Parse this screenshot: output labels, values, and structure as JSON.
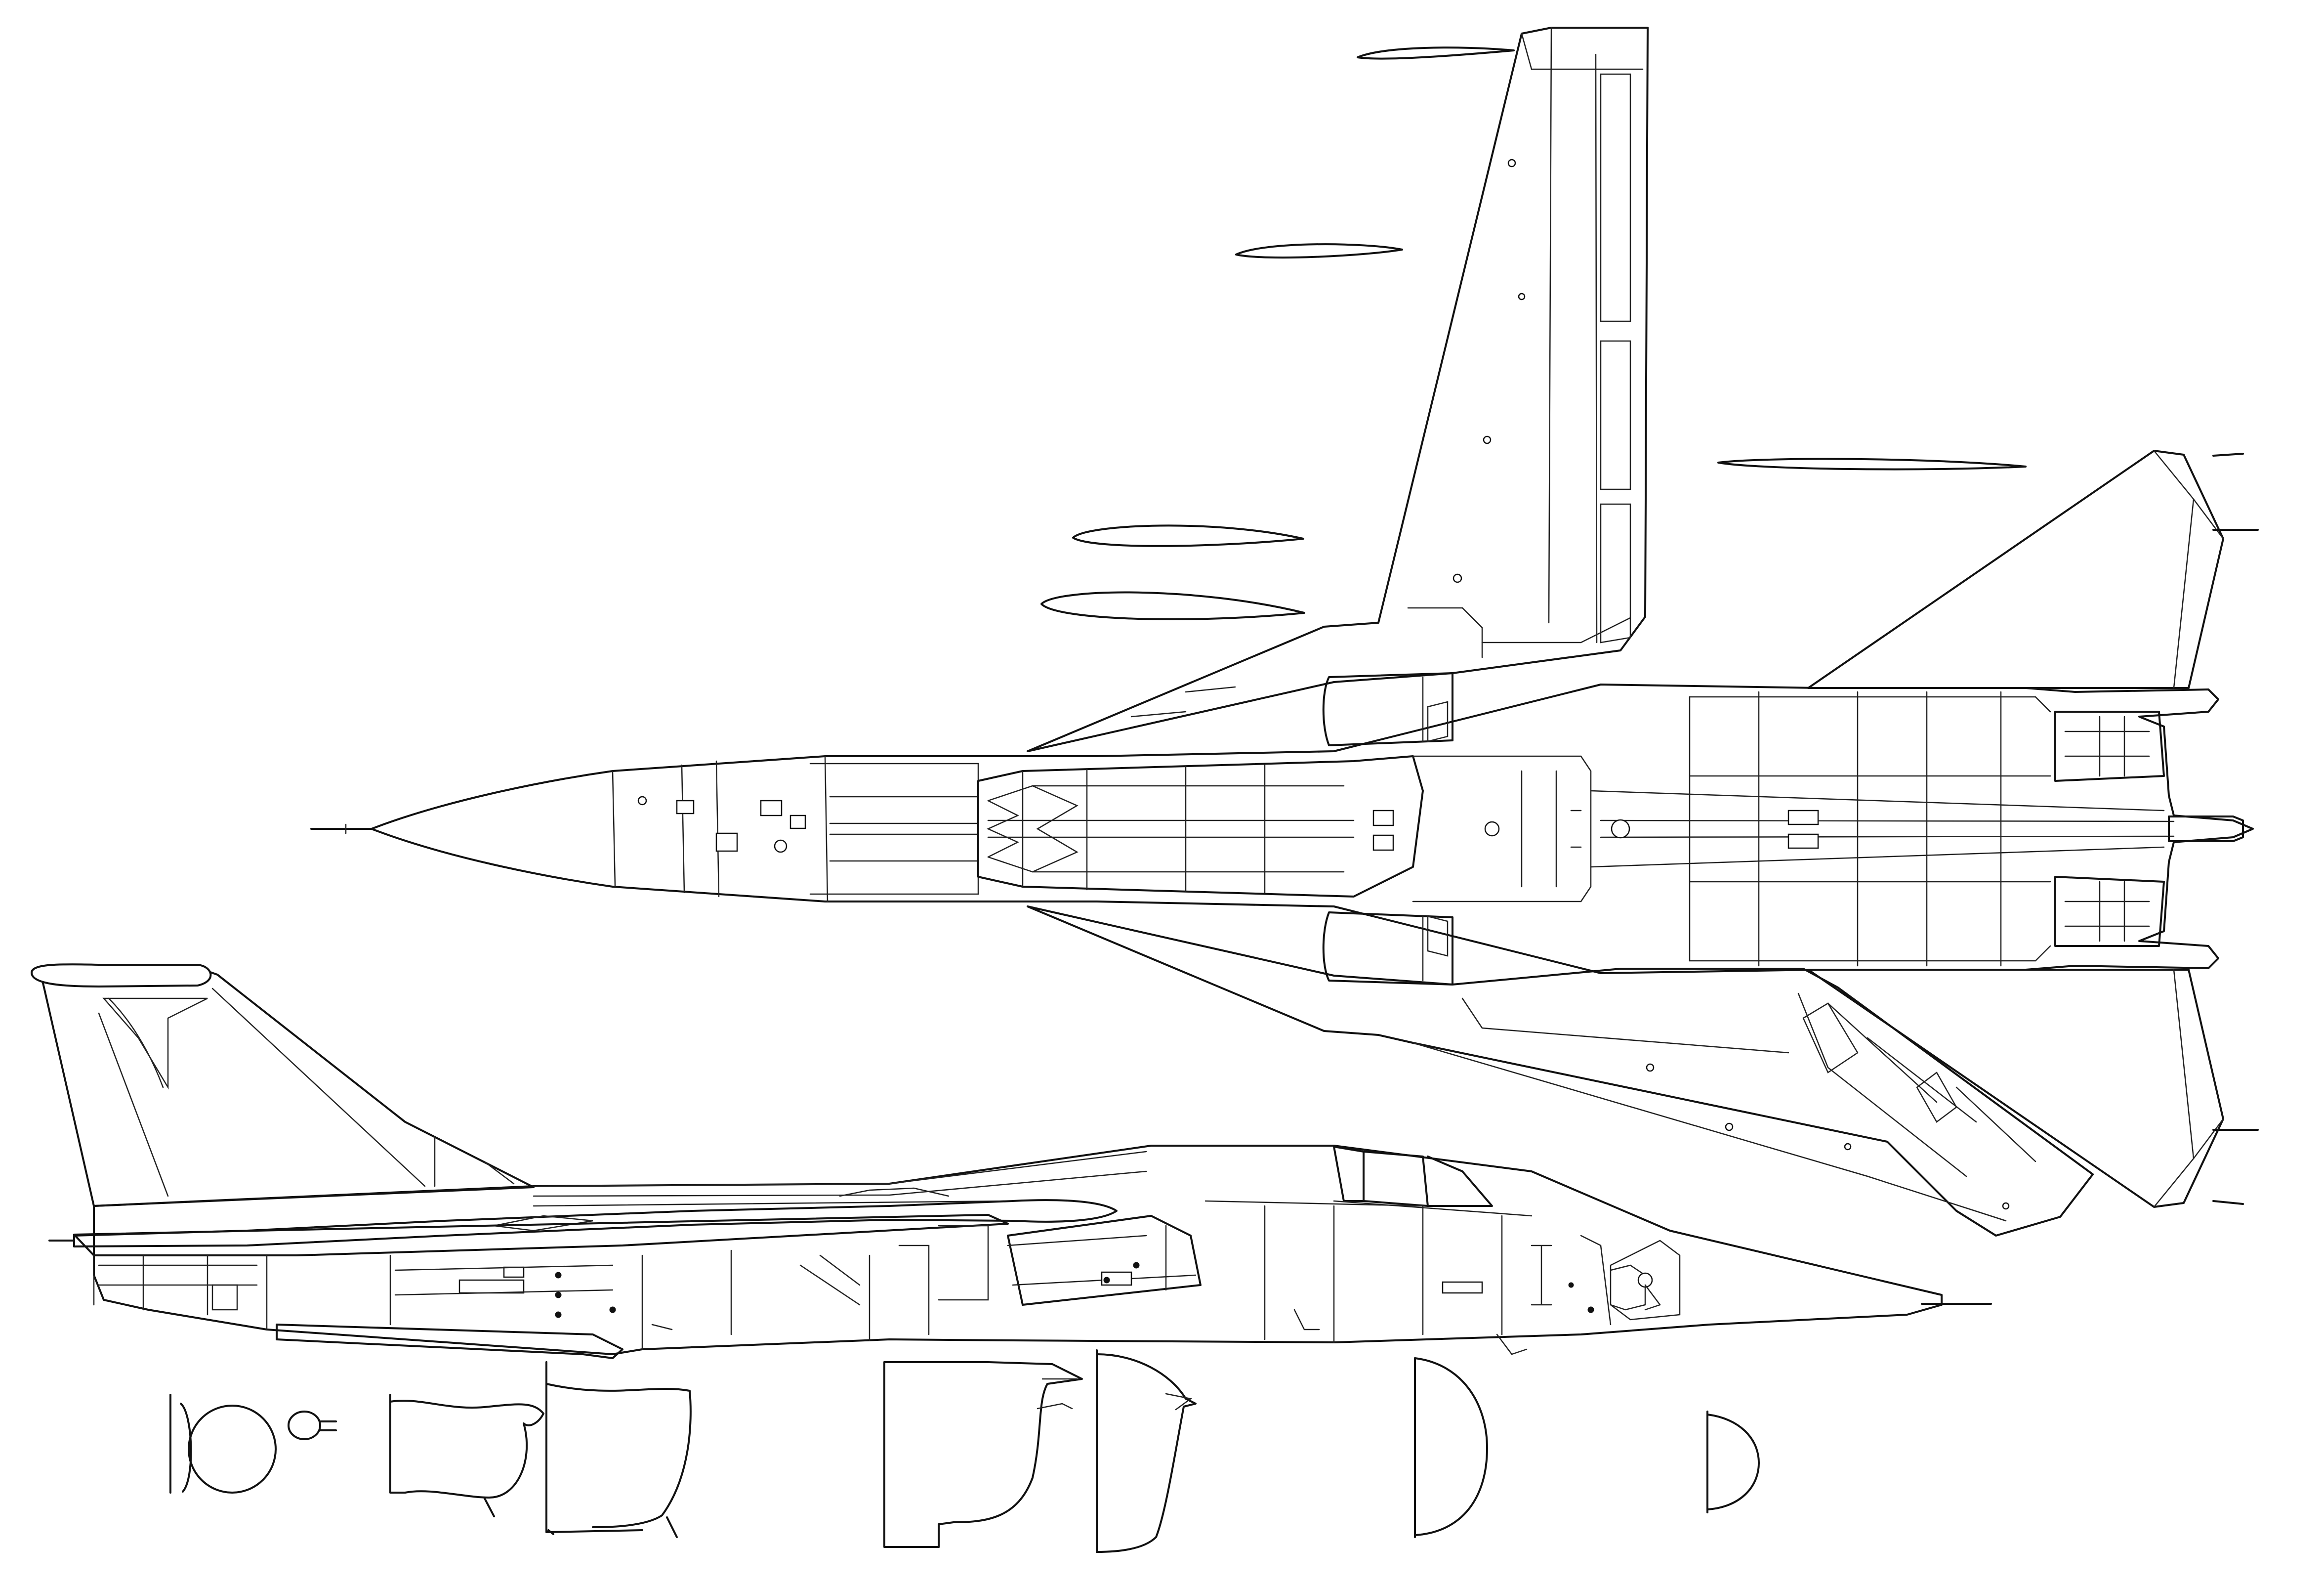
{
  "drawing": {
    "views": [
      "plan-view",
      "side-view",
      "cross-sections"
    ],
    "cross_section_count": 7,
    "airfoil_section_count": 5,
    "line_color": "#111111",
    "background_color": "#ffffff"
  }
}
